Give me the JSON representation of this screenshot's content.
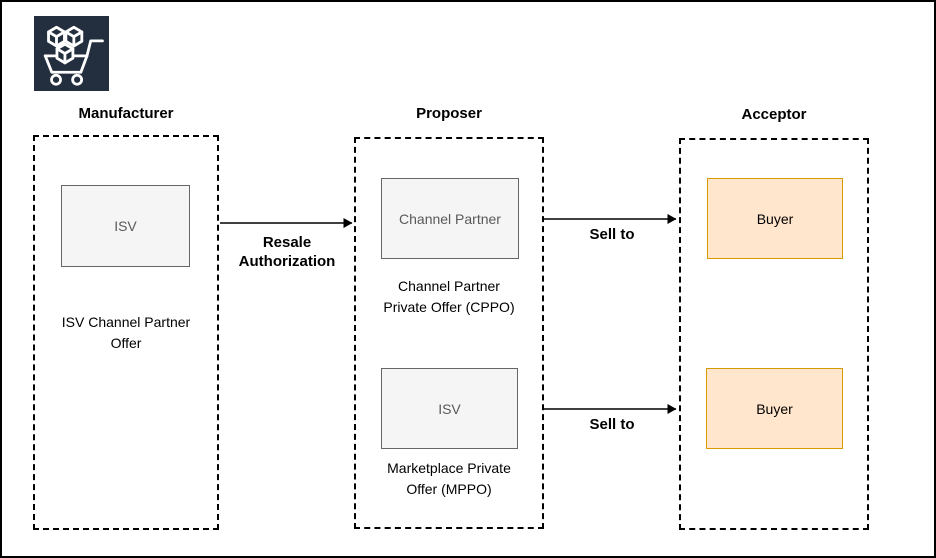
{
  "icon": {
    "name": "AWS Marketplace",
    "background": "#232F3E"
  },
  "columns": {
    "manufacturer": {
      "header": "Manufacturer"
    },
    "proposer": {
      "header": "Proposer"
    },
    "acceptor": {
      "header": "Acceptor"
    }
  },
  "nodes": {
    "isv_manufacturer": {
      "label": "ISV",
      "caption_line1": "ISV Channel Partner",
      "caption_line2": "Offer"
    },
    "channel_partner": {
      "label": "Channel Partner",
      "caption_line1": "Channel Partner",
      "caption_line2": "Private Offer (CPPO)"
    },
    "isv_proposer": {
      "label": "ISV",
      "caption_line1": "Marketplace Private",
      "caption_line2": "Offer (MPPO)"
    },
    "buyer_top": {
      "label": "Buyer"
    },
    "buyer_bottom": {
      "label": "Buyer"
    }
  },
  "arrows": {
    "resale_authorization": {
      "label_line1": "Resale",
      "label_line2": "Authorization"
    },
    "sell_to_top": {
      "label": "Sell to"
    },
    "sell_to_bottom": {
      "label": "Sell to"
    }
  },
  "colors": {
    "canvas_background": "#FFFFFF",
    "canvas_border": "#000000",
    "icon_background": "#232F3E",
    "plain_node_fill": "#F5F5F5",
    "plain_node_border": "#666666",
    "plain_node_text": "#595959",
    "buyer_node_fill": "#FFE6CC",
    "buyer_node_border": "#D79B00",
    "arrow_line": "#000000"
  }
}
